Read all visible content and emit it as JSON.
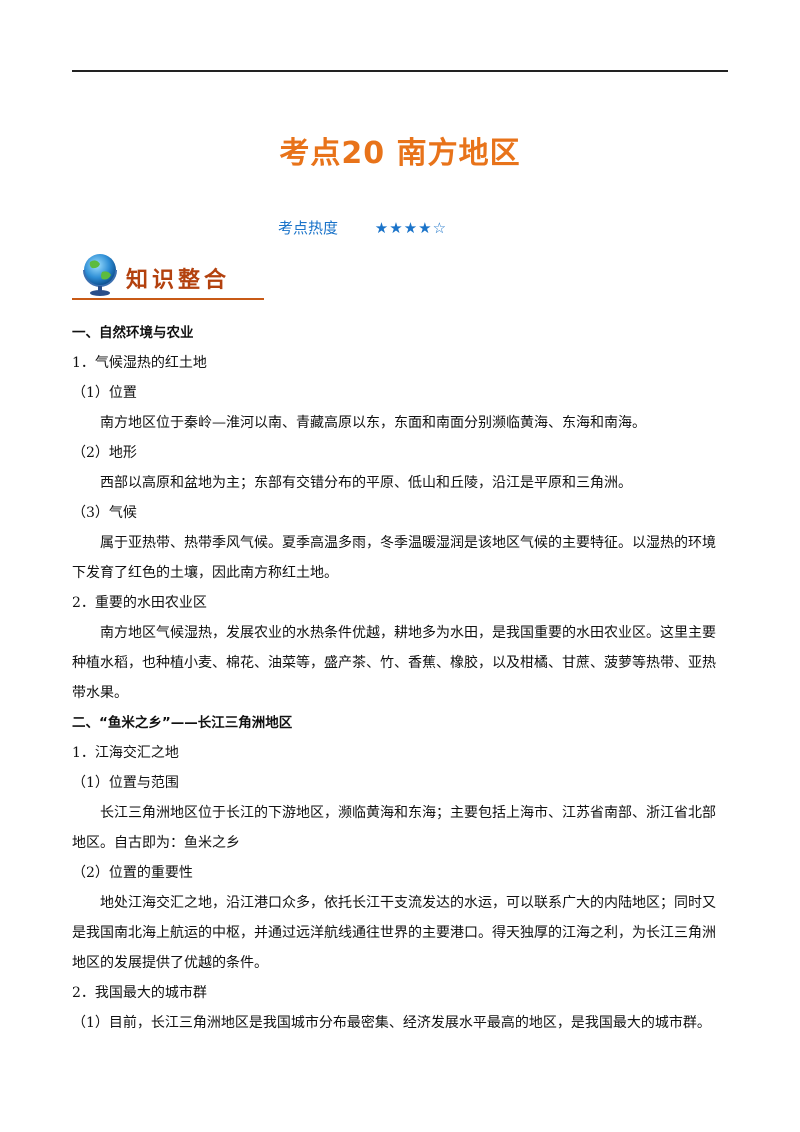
{
  "title": "考点20  南方地区",
  "heat": {
    "label": "考点热度",
    "stars": "★★★★☆"
  },
  "banner": {
    "text": "知识整合"
  },
  "lines": [
    {
      "cls": "h",
      "text": "一、自然环境与农业"
    },
    {
      "cls": "sub",
      "text": "1．气候湿热的红土地"
    },
    {
      "cls": "par",
      "text": "（1）位置"
    },
    {
      "cls": "ind",
      "text": "南方地区位于秦岭—淮河以南、青藏高原以东，东面和南面分别濒临黄海、东海和南海。"
    },
    {
      "cls": "par",
      "text": "（2）地形"
    },
    {
      "cls": "ind",
      "text": "西部以高原和盆地为主；东部有交错分布的平原、低山和丘陵，沿江是平原和三角洲。"
    },
    {
      "cls": "par",
      "text": "（3）气候"
    },
    {
      "cls": "ind",
      "text": "属于亚热带、热带季风气候。夏季高温多雨，冬季温暖湿润是该地区气候的主要特征。以湿热的环境下发育了红色的土壤，因此南方称红土地。"
    },
    {
      "cls": "sub",
      "text": "2．重要的水田农业区"
    },
    {
      "cls": "ind",
      "text": "南方地区气候湿热，发展农业的水热条件优越，耕地多为水田，是我国重要的水田农业区。这里主要种植水稻，也种植小麦、棉花、油菜等，盛产茶、竹、香蕉、橡胶，以及柑橘、甘蔗、菠萝等热带、亚热带水果。"
    },
    {
      "cls": "h",
      "text": "二、“鱼米之乡”——长江三角洲地区"
    },
    {
      "cls": "sub",
      "text": "1．江海交汇之地"
    },
    {
      "cls": "par",
      "text": "（1）位置与范围"
    },
    {
      "cls": "ind",
      "text": "长江三角洲地区位于长江的下游地区，濒临黄海和东海；主要包括上海市、江苏省南部、浙江省北部地区。自古即为：鱼米之乡"
    },
    {
      "cls": "par",
      "text": "（2）位置的重要性"
    },
    {
      "cls": "ind",
      "text": "地处江海交汇之地，沿江港口众多，依托长江干支流发达的水运，可以联系广大的内陆地区；同时又是我国南北海上航运的中枢，并通过远洋航线通往世界的主要港口。得天独厚的江海之利，为长江三角洲地区的发展提供了优越的条件。"
    },
    {
      "cls": "sub",
      "text": "2．我国最大的城市群"
    },
    {
      "cls": "par",
      "text": "（1）目前，长江三角洲地区是我国城市分布最密集、经济发展水平最高的地区，是我国最大的城市群。"
    }
  ]
}
